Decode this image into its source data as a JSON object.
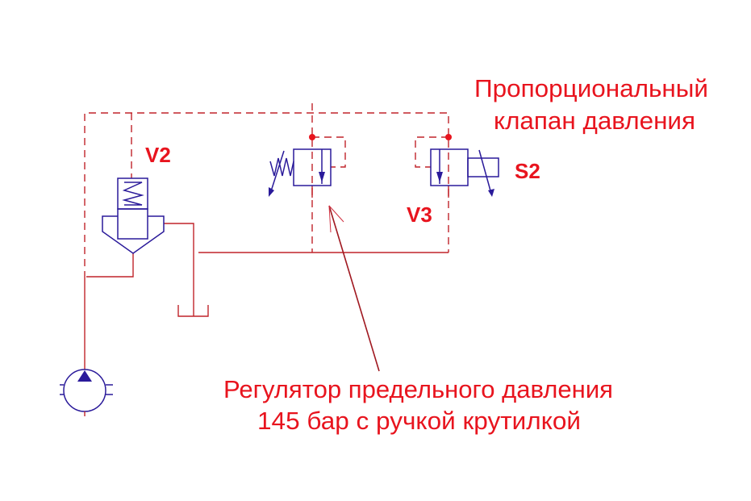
{
  "labels": {
    "v2": "V2",
    "v3": "V3",
    "s2": "S2",
    "proportional_line1": "Пропорциональный",
    "proportional_line2": "клапан давления",
    "regulator_line1": "Регулятор предельного давления",
    "regulator_line2": "145 бар с ручкой крутилкой"
  },
  "colors": {
    "annotation": "#e8141e",
    "line": "#c0242a",
    "component": "#2a1a9a"
  }
}
